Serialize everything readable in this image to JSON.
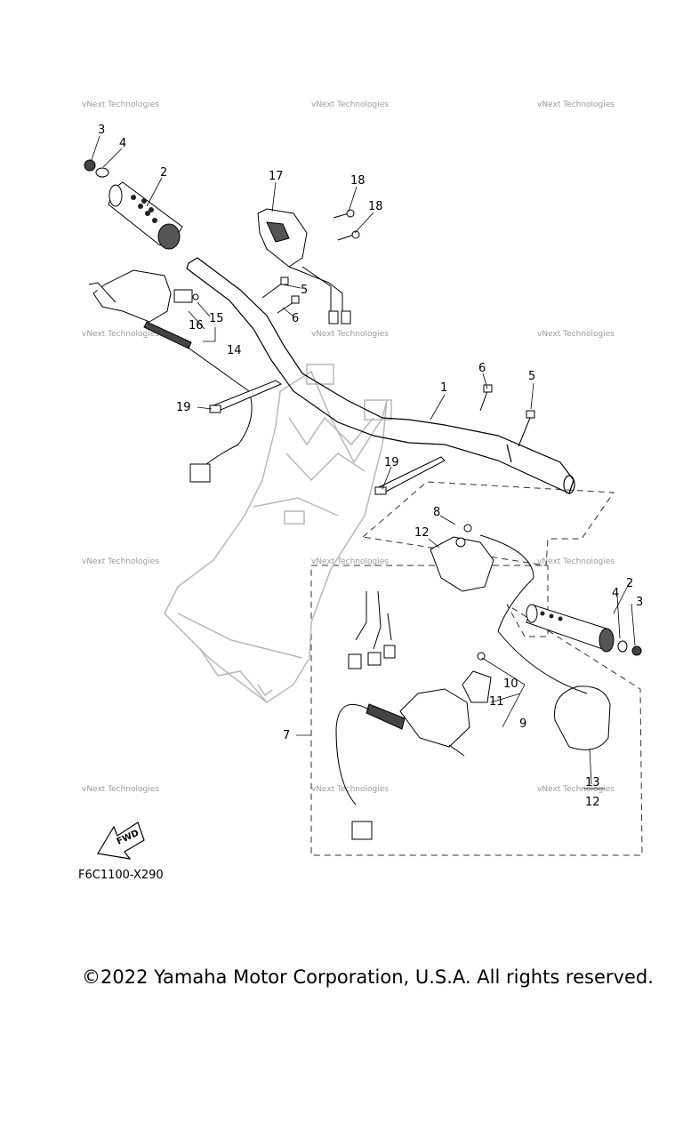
{
  "diagram": {
    "code": "F6C1100-X290",
    "copyright": "©2022 Yamaha Motor Corporation, U.S.A. All rights reserved.",
    "fwd_label": "FWD",
    "watermark": "vNext Technologies",
    "callouts": {
      "c1": "1",
      "c2a": "2",
      "c2b": "2",
      "c3a": "3",
      "c3b": "3",
      "c4a": "4",
      "c4b": "4",
      "c5a": "5",
      "c5b": "5",
      "c6a": "6",
      "c6b": "6",
      "c7": "7",
      "c8": "8",
      "c9": "9",
      "c10": "10",
      "c11": "11",
      "c12a": "12",
      "c12b": "12",
      "c13": "13",
      "c14": "14",
      "c15": "15",
      "c16": "16",
      "c17": "17",
      "c18a": "18",
      "c18b": "18",
      "c19a": "19",
      "c19b": "19"
    }
  }
}
